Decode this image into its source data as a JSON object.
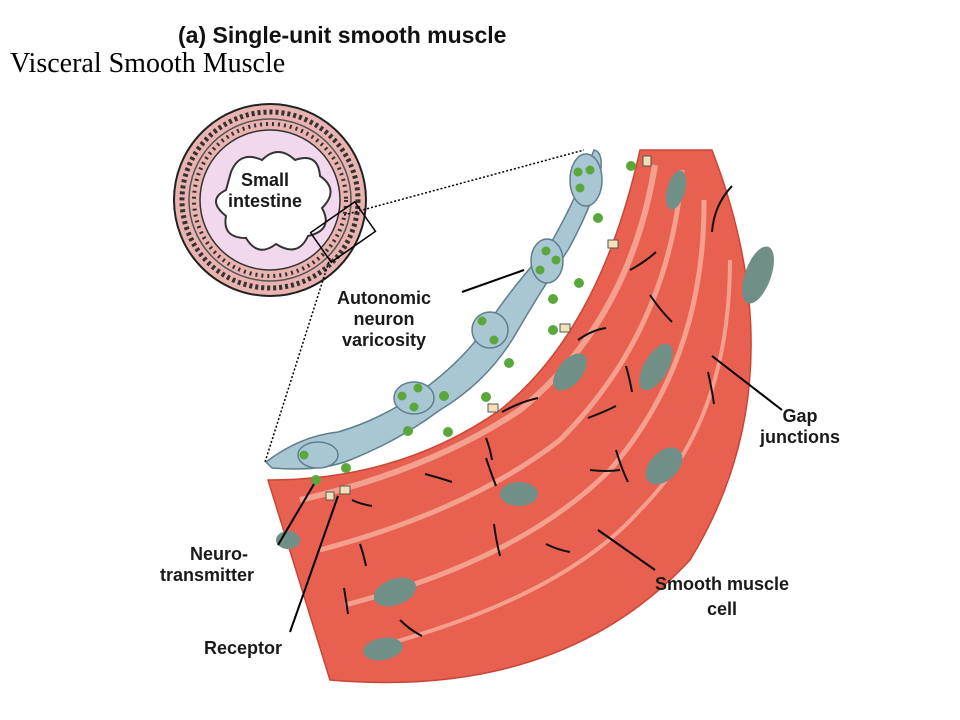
{
  "slide_title": "Visceral Smooth Muscle",
  "figure_title": "(a)  Single-unit smooth muscle",
  "labels": {
    "small_intestine_1": "Small",
    "small_intestine_2": "intestine",
    "autonomic_1": "Autonomic",
    "autonomic_2": "neuron",
    "autonomic_3": "varicosity",
    "gap_1": "Gap",
    "gap_2": "junctions",
    "neuro_1": "Neuro-",
    "neuro_2": "transmitter",
    "receptor": "Receptor",
    "smc_1": "Smooth muscle",
    "smc_2": "cell"
  },
  "colors": {
    "muscle": "#e8604f",
    "muscle_light": "#f4a08e",
    "muscle_dark": "#c94636",
    "nucleus": "#6f8f87",
    "neuron": "#a9c6d3",
    "neurotransmitter": "#5aa83c",
    "receptor": "#f3e0b5",
    "lumen": "#f1d8ec"
  }
}
